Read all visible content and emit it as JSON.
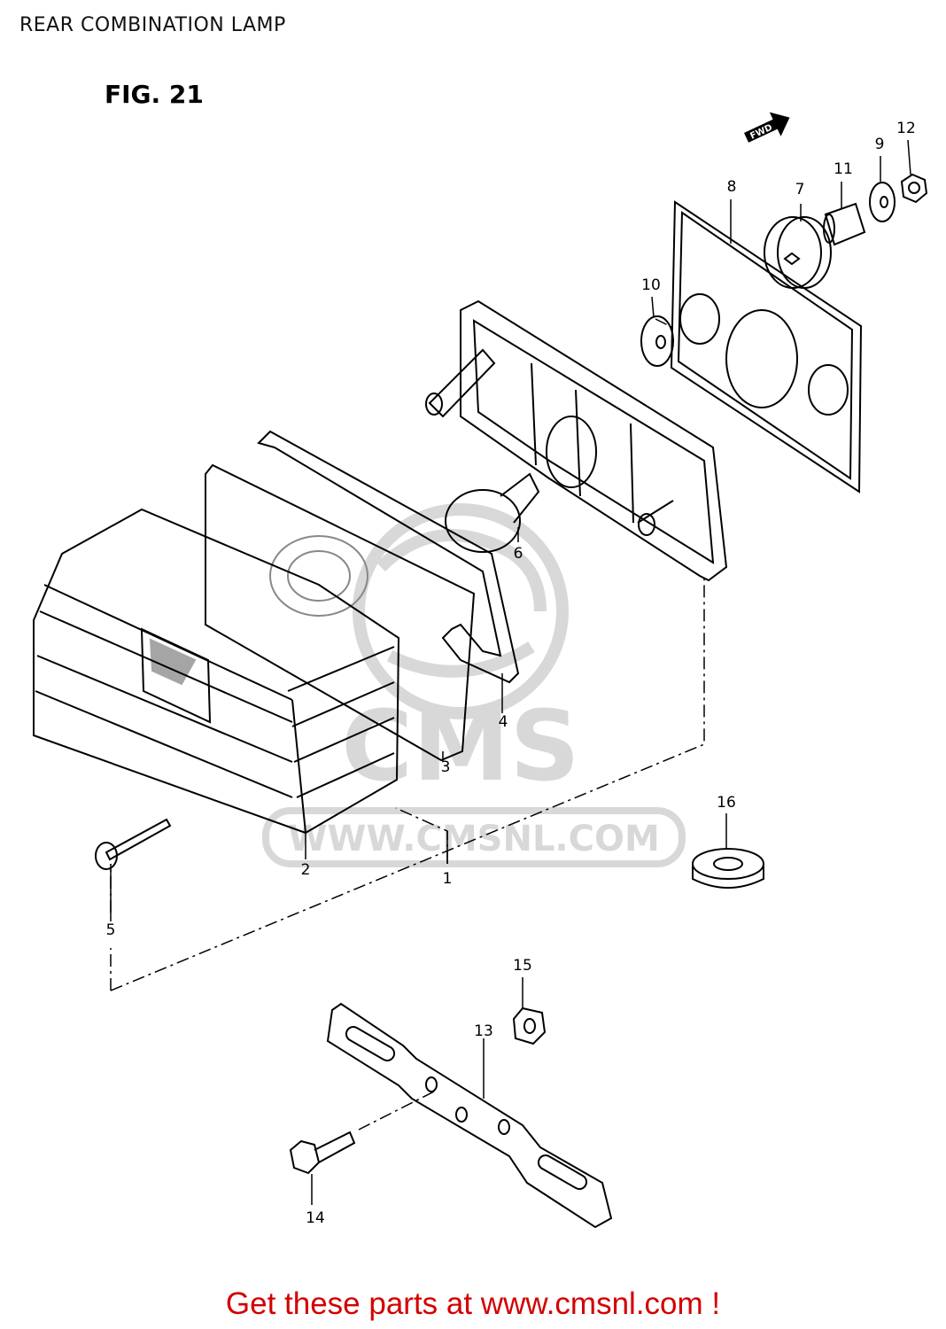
{
  "page": {
    "title": "REAR COMBINATION LAMP",
    "figure_label": "FIG. 21",
    "forward_marker": "FWD",
    "watermark_text": "CMS",
    "watermark_url": "WWW.CMSNL.COM",
    "footer_link": "Get these parts at www.cmsnl.com !"
  },
  "callouts": [
    {
      "id": "1",
      "label": "1"
    },
    {
      "id": "2",
      "label": "2"
    },
    {
      "id": "3",
      "label": "3"
    },
    {
      "id": "4",
      "label": "4"
    },
    {
      "id": "5",
      "label": "5"
    },
    {
      "id": "6",
      "label": "6"
    },
    {
      "id": "7",
      "label": "7"
    },
    {
      "id": "8",
      "label": "8"
    },
    {
      "id": "9",
      "label": "9"
    },
    {
      "id": "10",
      "label": "10"
    },
    {
      "id": "11",
      "label": "11"
    },
    {
      "id": "12",
      "label": "12"
    },
    {
      "id": "13",
      "label": "13"
    },
    {
      "id": "14",
      "label": "14"
    },
    {
      "id": "15",
      "label": "15"
    },
    {
      "id": "16",
      "label": "16"
    }
  ],
  "colors": {
    "line": "#000000",
    "watermark": "#d8d8d8",
    "footer": "#d40000"
  }
}
